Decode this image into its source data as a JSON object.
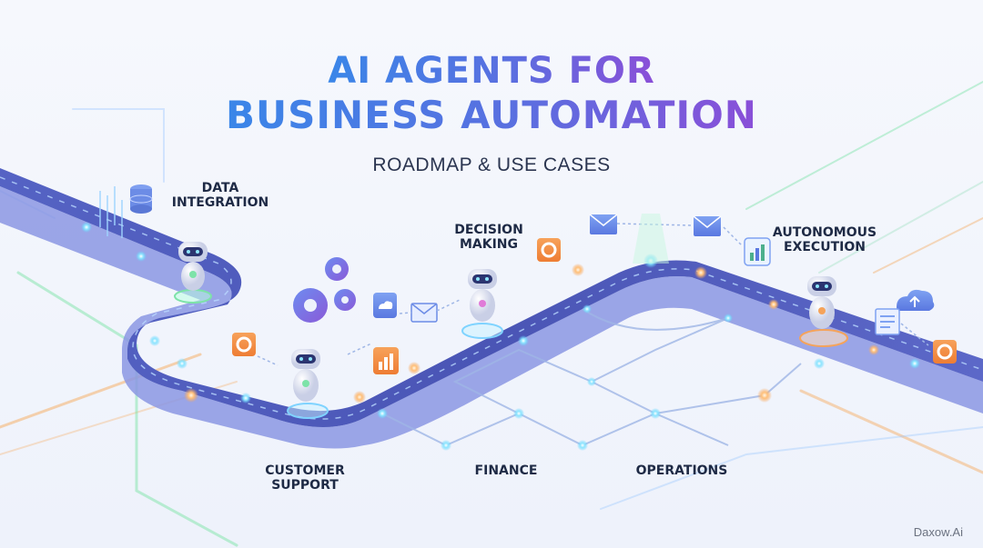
{
  "title_line1": "AI AGENTS FOR",
  "title_line2": "BUSINESS AUTOMATION",
  "subtitle": "ROADMAP & USE CASES",
  "stage_labels": {
    "data_integration": "DATA\nINTEGRATION",
    "decision_making": "DECISION\nMAKING",
    "autonomous_execution": "AUTONOMOUS\nEXECUTION",
    "customer_support": "CUSTOMER\nSUPPORT",
    "finance": "FINANCE",
    "operations": "OPERATIONS"
  },
  "brand": "Daxow.Ai",
  "colors": {
    "title_start": "#3a86e8",
    "title_end": "#8a4fd8",
    "road_top": "#4a57b8",
    "road_side": "#7f8ee0",
    "glow_blue": "#5fd3ff",
    "glow_orange": "#f5a35a",
    "glow_green": "#7de3a8",
    "icon_orange": "#f08a3c"
  },
  "icons": [
    "database-icon",
    "gear-icon",
    "envelope-icon",
    "bar-chart-icon",
    "cloud-upload-icon",
    "document-icon",
    "robot-icon"
  ]
}
